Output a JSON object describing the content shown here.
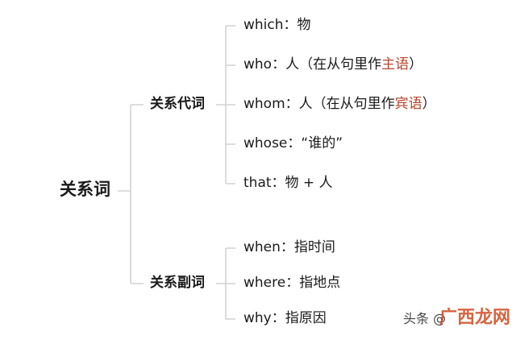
{
  "root": {
    "label": "关系词"
  },
  "branches": [
    {
      "label": "关系代词",
      "leaves": [
        {
          "word": "which",
          "sep": "：",
          "meaning": "物",
          "highlight": "",
          "close": ""
        },
        {
          "word": "who",
          "sep": "：",
          "meaning": "人（在从句里作",
          "highlight": "主语",
          "close": "）"
        },
        {
          "word": "whom",
          "sep": "：",
          "meaning": "人（在从句里作",
          "highlight": "宾语",
          "close": "）"
        },
        {
          "word": "whose",
          "sep": "：",
          "meaning": "“谁的”",
          "highlight": "",
          "close": ""
        },
        {
          "word": "that",
          "sep": "：",
          "meaning": "物 + 人",
          "highlight": "",
          "close": ""
        }
      ]
    },
    {
      "label": "关系副词",
      "leaves": [
        {
          "word": "when",
          "sep": "：",
          "meaning": "指时间",
          "highlight": "",
          "close": ""
        },
        {
          "word": "where",
          "sep": "：",
          "meaning": "指地点",
          "highlight": "",
          "close": ""
        },
        {
          "word": "why",
          "sep": "：",
          "meaning": "指原因",
          "highlight": "",
          "close": ""
        }
      ]
    }
  ],
  "watermark": {
    "prefix": "头条 @",
    "brand": "广西龙网"
  },
  "colors": {
    "highlight": "#b5452c",
    "connector": "#d2d2d2",
    "text": "#1a1a1a"
  }
}
